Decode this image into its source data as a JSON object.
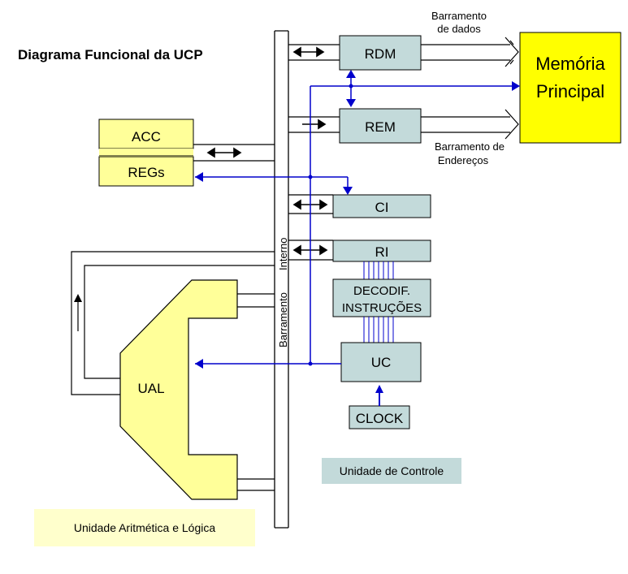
{
  "title": "Diagrama Funcional da UCP",
  "colors": {
    "register_fill": "#c3dada",
    "cpu_reg_fill": "#ffff99",
    "memory_fill": "#ffff00",
    "control_line": "#0000cc",
    "bus_line": "#000000",
    "ual_note_fill": "#ffffcc",
    "uc_note_fill": "#c3dada"
  },
  "blocks": {
    "rdm": "RDM",
    "rem": "REM",
    "ci": "CI",
    "ri": "RI",
    "decoder_line1": "DECODIF.",
    "decoder_line2": "INSTRUÇÕES",
    "uc": "UC",
    "clock": "CLOCK",
    "acc": "ACC",
    "regs": "REGs",
    "ual": "UAL",
    "memory_line1": "Memória",
    "memory_line2": "Principal"
  },
  "bus_labels": {
    "data_bus_line1": "Barramento",
    "data_bus_line2": "de dados",
    "address_bus_line1": "Barramento de",
    "address_bus_line2": "Endereços",
    "internal_bus_line1": "Barramento",
    "internal_bus_line2": "Interno"
  },
  "notes": {
    "control_unit": "Unidade de Controle",
    "alu_unit": "Unidade Aritmética e Lógica"
  }
}
